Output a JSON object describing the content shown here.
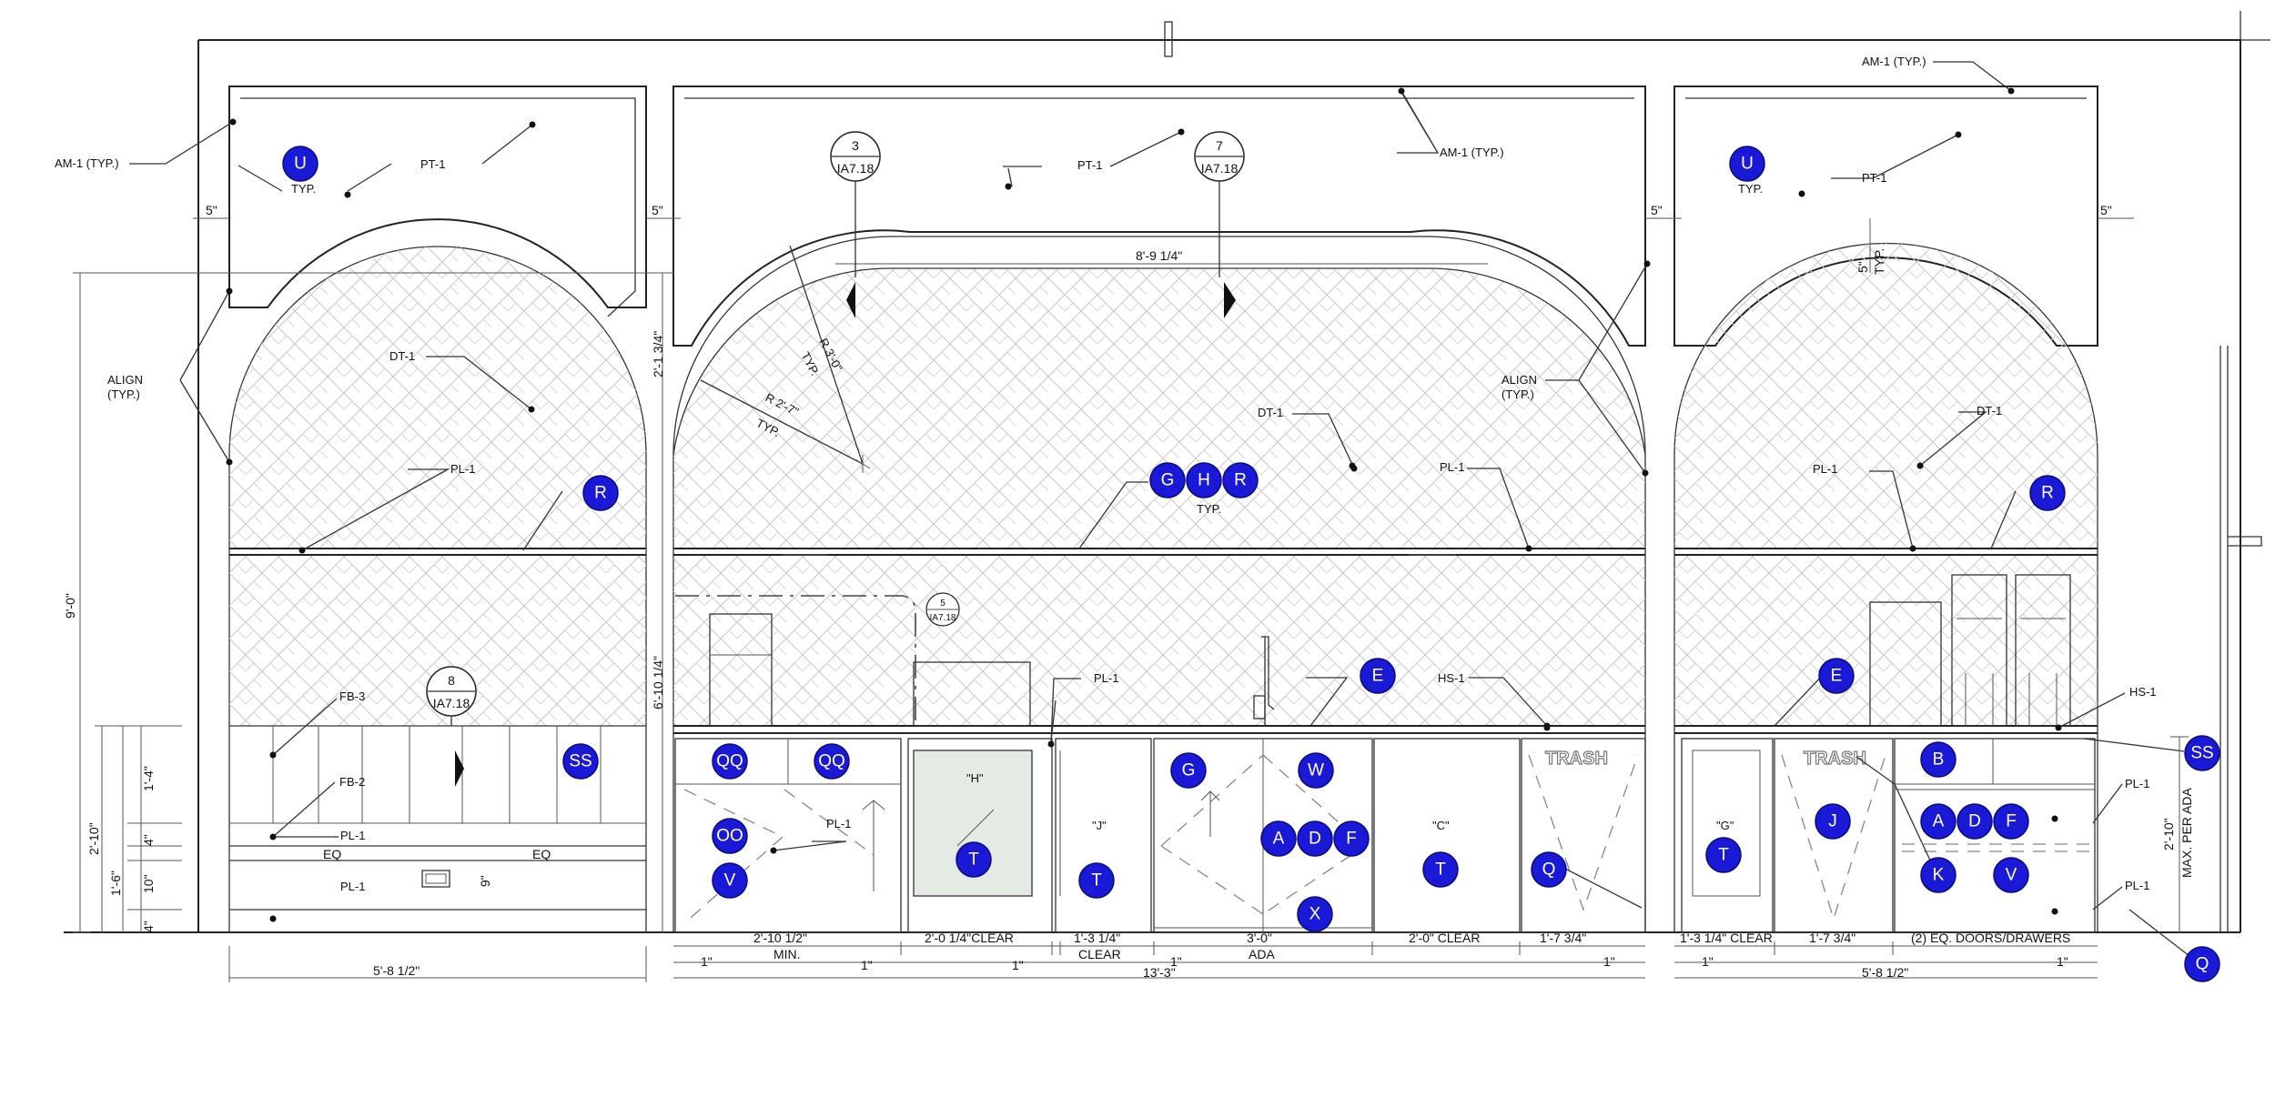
{
  "drawing": {
    "labels": {
      "am1_typ": "AM-1 (TYP.)",
      "pt1": "PT-1",
      "typ": "TYP.",
      "align": "ALIGN",
      "align_typ": "(TYP.)",
      "dt1": "DT-1",
      "pl1": "PL-1",
      "fb3": "FB-3",
      "fb2": "FB-2",
      "hs1": "HS-1",
      "trash": "TRASH",
      "h_mark": "\"H\"",
      "j_mark": "\"J\"",
      "c_mark": "\"C\"",
      "g_mark": "\"G\"",
      "r30": "R 3'-0\"",
      "r27": "R 2'-7\"",
      "typ_r": "TYP."
    },
    "dimensions": {
      "d5": "5\"",
      "w8_9q": "8'-9 1/4\"",
      "h9_0": "9'-0\"",
      "h2_1": "2'-1 3/4\"",
      "h6_10": "6'-10 1/4\"",
      "h2_10": "2'-10\"",
      "h1_4": "1'-4\"",
      "h4": "4\"",
      "h10": "10\"",
      "h1_6": "1'-6\"",
      "h9": "9\"",
      "eq": "EQ",
      "w5_8": "5'-8 1/2\"",
      "w2_10": "2'-10 1/2\"",
      "min": "MIN.",
      "d1": "1\"",
      "w2_0q": "2'-0 1/4\"CLEAR",
      "w1_3": "1'-3 1/4\"",
      "clear": "CLEAR",
      "w3_0": "3'-0\"",
      "ada": "ADA",
      "w2_0c": "2'-0\" CLEAR",
      "w1_7": "1'-7 3/4\"",
      "w13_3": "13'-3\"",
      "w1_3c": "1'-3 1/4\" CLEAR",
      "w1_7b": "1'-7 3/4\"",
      "w_eq": "(2) EQ. DOORS/DRAWERS",
      "w5_8b": "5'-8 1/2\"",
      "max_ada": "MAX. PER ADA"
    },
    "section_bubbles": [
      {
        "num": "3",
        "ref": "IA7.18"
      },
      {
        "num": "7",
        "ref": "IA7.18"
      },
      {
        "num": "8",
        "ref": "IA7.18"
      },
      {
        "num": "5",
        "ref": "IA7.18"
      }
    ],
    "tags": [
      "U",
      "U",
      "R",
      "R",
      "G",
      "H",
      "R",
      "E",
      "E",
      "SS",
      "SS",
      "QQ",
      "QQ",
      "OO",
      "V",
      "T",
      "T",
      "G",
      "W",
      "A",
      "D",
      "F",
      "X",
      "T",
      "Q",
      "T",
      "J",
      "B",
      "A",
      "D",
      "F",
      "K",
      "V",
      "Q"
    ]
  }
}
